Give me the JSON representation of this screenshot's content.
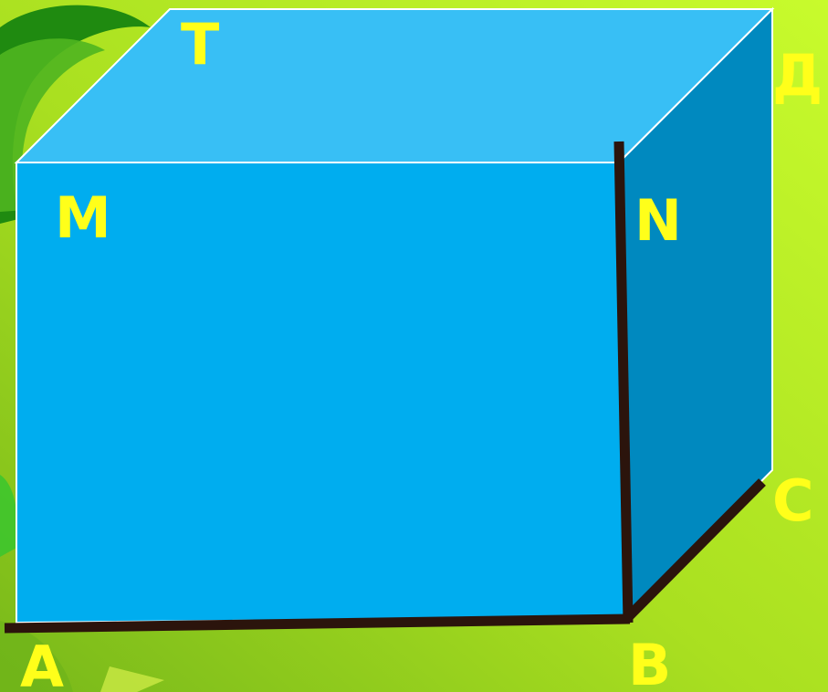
{
  "colors": {
    "background_light": "#c2f52a",
    "background_dark": "#7fc21a",
    "swirl_dark": "#1f8a10",
    "swirl_light": "#4fb520",
    "front_face": "#00adef",
    "top_face": "#38bff5",
    "side_face": "#0089bf",
    "edge_outline": "#ffffff",
    "highlighted_edges": "#2b140c",
    "label": "#ffff1a"
  },
  "vertices": {
    "A": "A",
    "B": "B",
    "C": "C",
    "M": "M",
    "N": "N",
    "T": "T",
    "D": "Д"
  },
  "highlighted_edges": [
    "AB",
    "BN",
    "BC"
  ]
}
